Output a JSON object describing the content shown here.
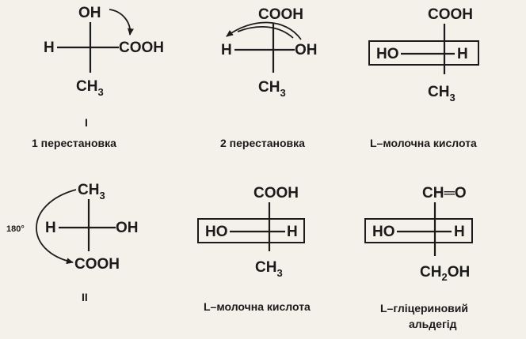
{
  "structures": {
    "s1": {
      "top": "OH",
      "left": "H",
      "right": "COOH",
      "bottom_main": "CH",
      "bottom_sub": "3",
      "numeral": "I",
      "caption": "1 перестановка"
    },
    "s2": {
      "top": "COOH",
      "left": "H",
      "right": "OH",
      "bottom_main": "CH",
      "bottom_sub": "3",
      "caption": "2 перестановка"
    },
    "s3": {
      "top": "COOH",
      "left": "HO",
      "right": "H",
      "bottom_main": "CH",
      "bottom_sub": "3",
      "caption": "L–молочна  кислота"
    },
    "s4": {
      "top_main": "CH",
      "top_sub": "3",
      "left": "H",
      "right": "OH",
      "bottom": "COOH",
      "rotation": "180°",
      "numeral": "II"
    },
    "s5": {
      "top": "COOH",
      "left": "HO",
      "right": "H",
      "bottom_main": "CH",
      "bottom_sub": "3",
      "caption": "L–молочна кислота"
    },
    "s6": {
      "top": "CH═O",
      "left": "HO",
      "right": "H",
      "bottom_main": "CH",
      "bottom_sub": "2",
      "bottom_tail": "OH",
      "caption_line1": "L–гліцериновий",
      "caption_line2": "альдегід"
    }
  }
}
